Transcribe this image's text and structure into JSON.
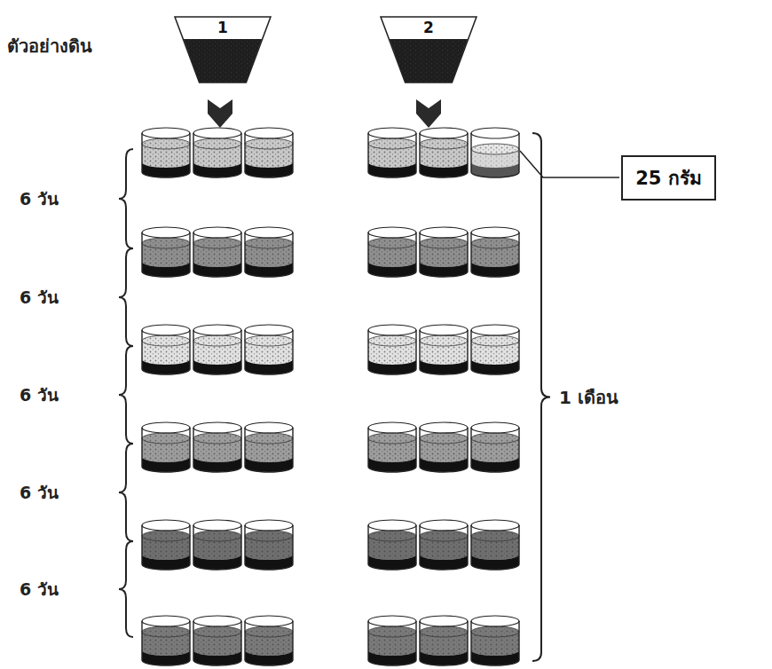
{
  "diagram": {
    "nodes": [
      {
        "text": [
          "1"
        ]
      },
      {
        "text": [
          "2"
        ]
      },
      {
        "text": [
          "25 กรัม"
        ]
      }
    ],
    "labels": [
      "ตัวอย่างดิน",
      "6 วัน",
      "6 วัน",
      "6 วัน",
      "6 วัน",
      "6 วัน",
      "1 เดือน"
    ]
  }
}
